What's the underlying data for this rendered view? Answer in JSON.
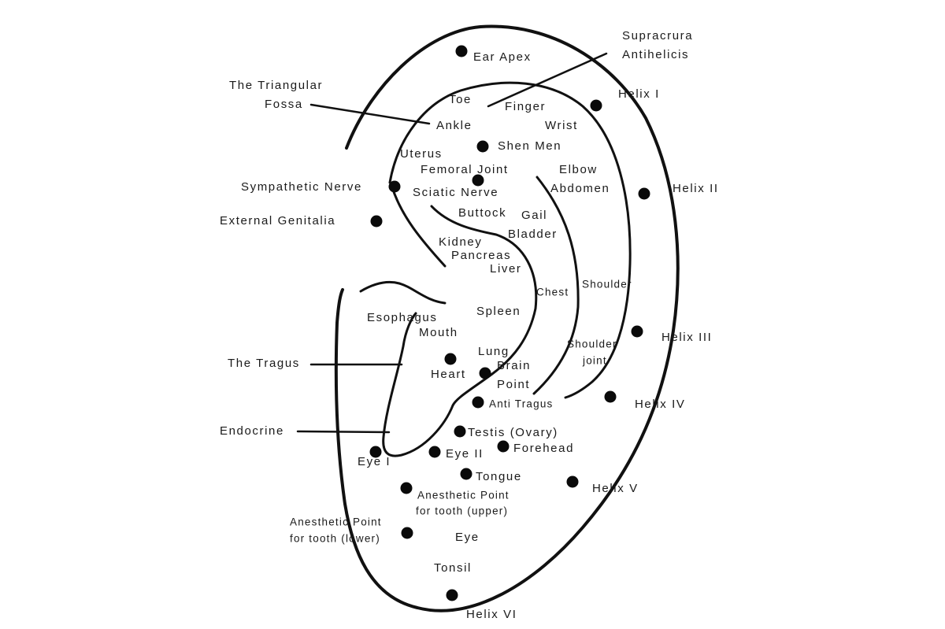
{
  "colors": {
    "ink": "#111111",
    "background": "#ffffff"
  },
  "labels": {
    "ear_apex": "Ear Apex",
    "supracrura_line1": "Supracrura",
    "supracrura_line2": "Antihelicis",
    "triangular_line1": "The Triangular",
    "triangular_line2": "Fossa",
    "toe": "Toe",
    "finger": "Finger",
    "helix_1": "Helix I",
    "ankle": "Ankle",
    "wrist": "Wrist",
    "uterus": "Uterus",
    "shen_men": "Shen Men",
    "femoral_joint": "Femoral Joint",
    "elbow": "Elbow",
    "sympathetic_nerve": "Sympathetic Nerve",
    "sciatic_nerve": "Sciatic Nerve",
    "abdomen": "Abdomen",
    "helix_2": "Helix II",
    "external_genitalia": "External Genitalia",
    "buttock": "Buttock",
    "gail": "Gail",
    "bladder": "Bladder",
    "kidney": "Kidney",
    "pancreas": "Pancreas",
    "liver": "Liver",
    "shoulder": "Shoulder",
    "chest": "Chest",
    "spleen": "Spleen",
    "esophagus": "Esophagus",
    "mouth": "Mouth",
    "helix_3": "Helix III",
    "shoulder_joint_line1": "Shoulder",
    "shoulder_joint_line2": "joint",
    "lung": "Lung",
    "the_tragus": "The Tragus",
    "brain_line1": "Brain",
    "brain_line2": "Point",
    "heart": "Heart",
    "helix_4": "Helix IV",
    "anti_tragus": "Anti Tragus",
    "endocrine": "Endocrine",
    "testis": "Testis (Ovary)",
    "forehead": "Forehead",
    "eye_1": "Eye I",
    "eye_2": "Eye II",
    "tongue": "Tongue",
    "helix_5": "Helix V",
    "anesthetic_upper_line1": "Anesthetic Point",
    "anesthetic_upper_line2": "for tooth (upper)",
    "anesthetic_lower_line1": "Anesthetic Point",
    "anesthetic_lower_line2": "for tooth (lower)",
    "eye": "Eye",
    "tonsil": "Tonsil",
    "helix_6": "Helix VI"
  }
}
